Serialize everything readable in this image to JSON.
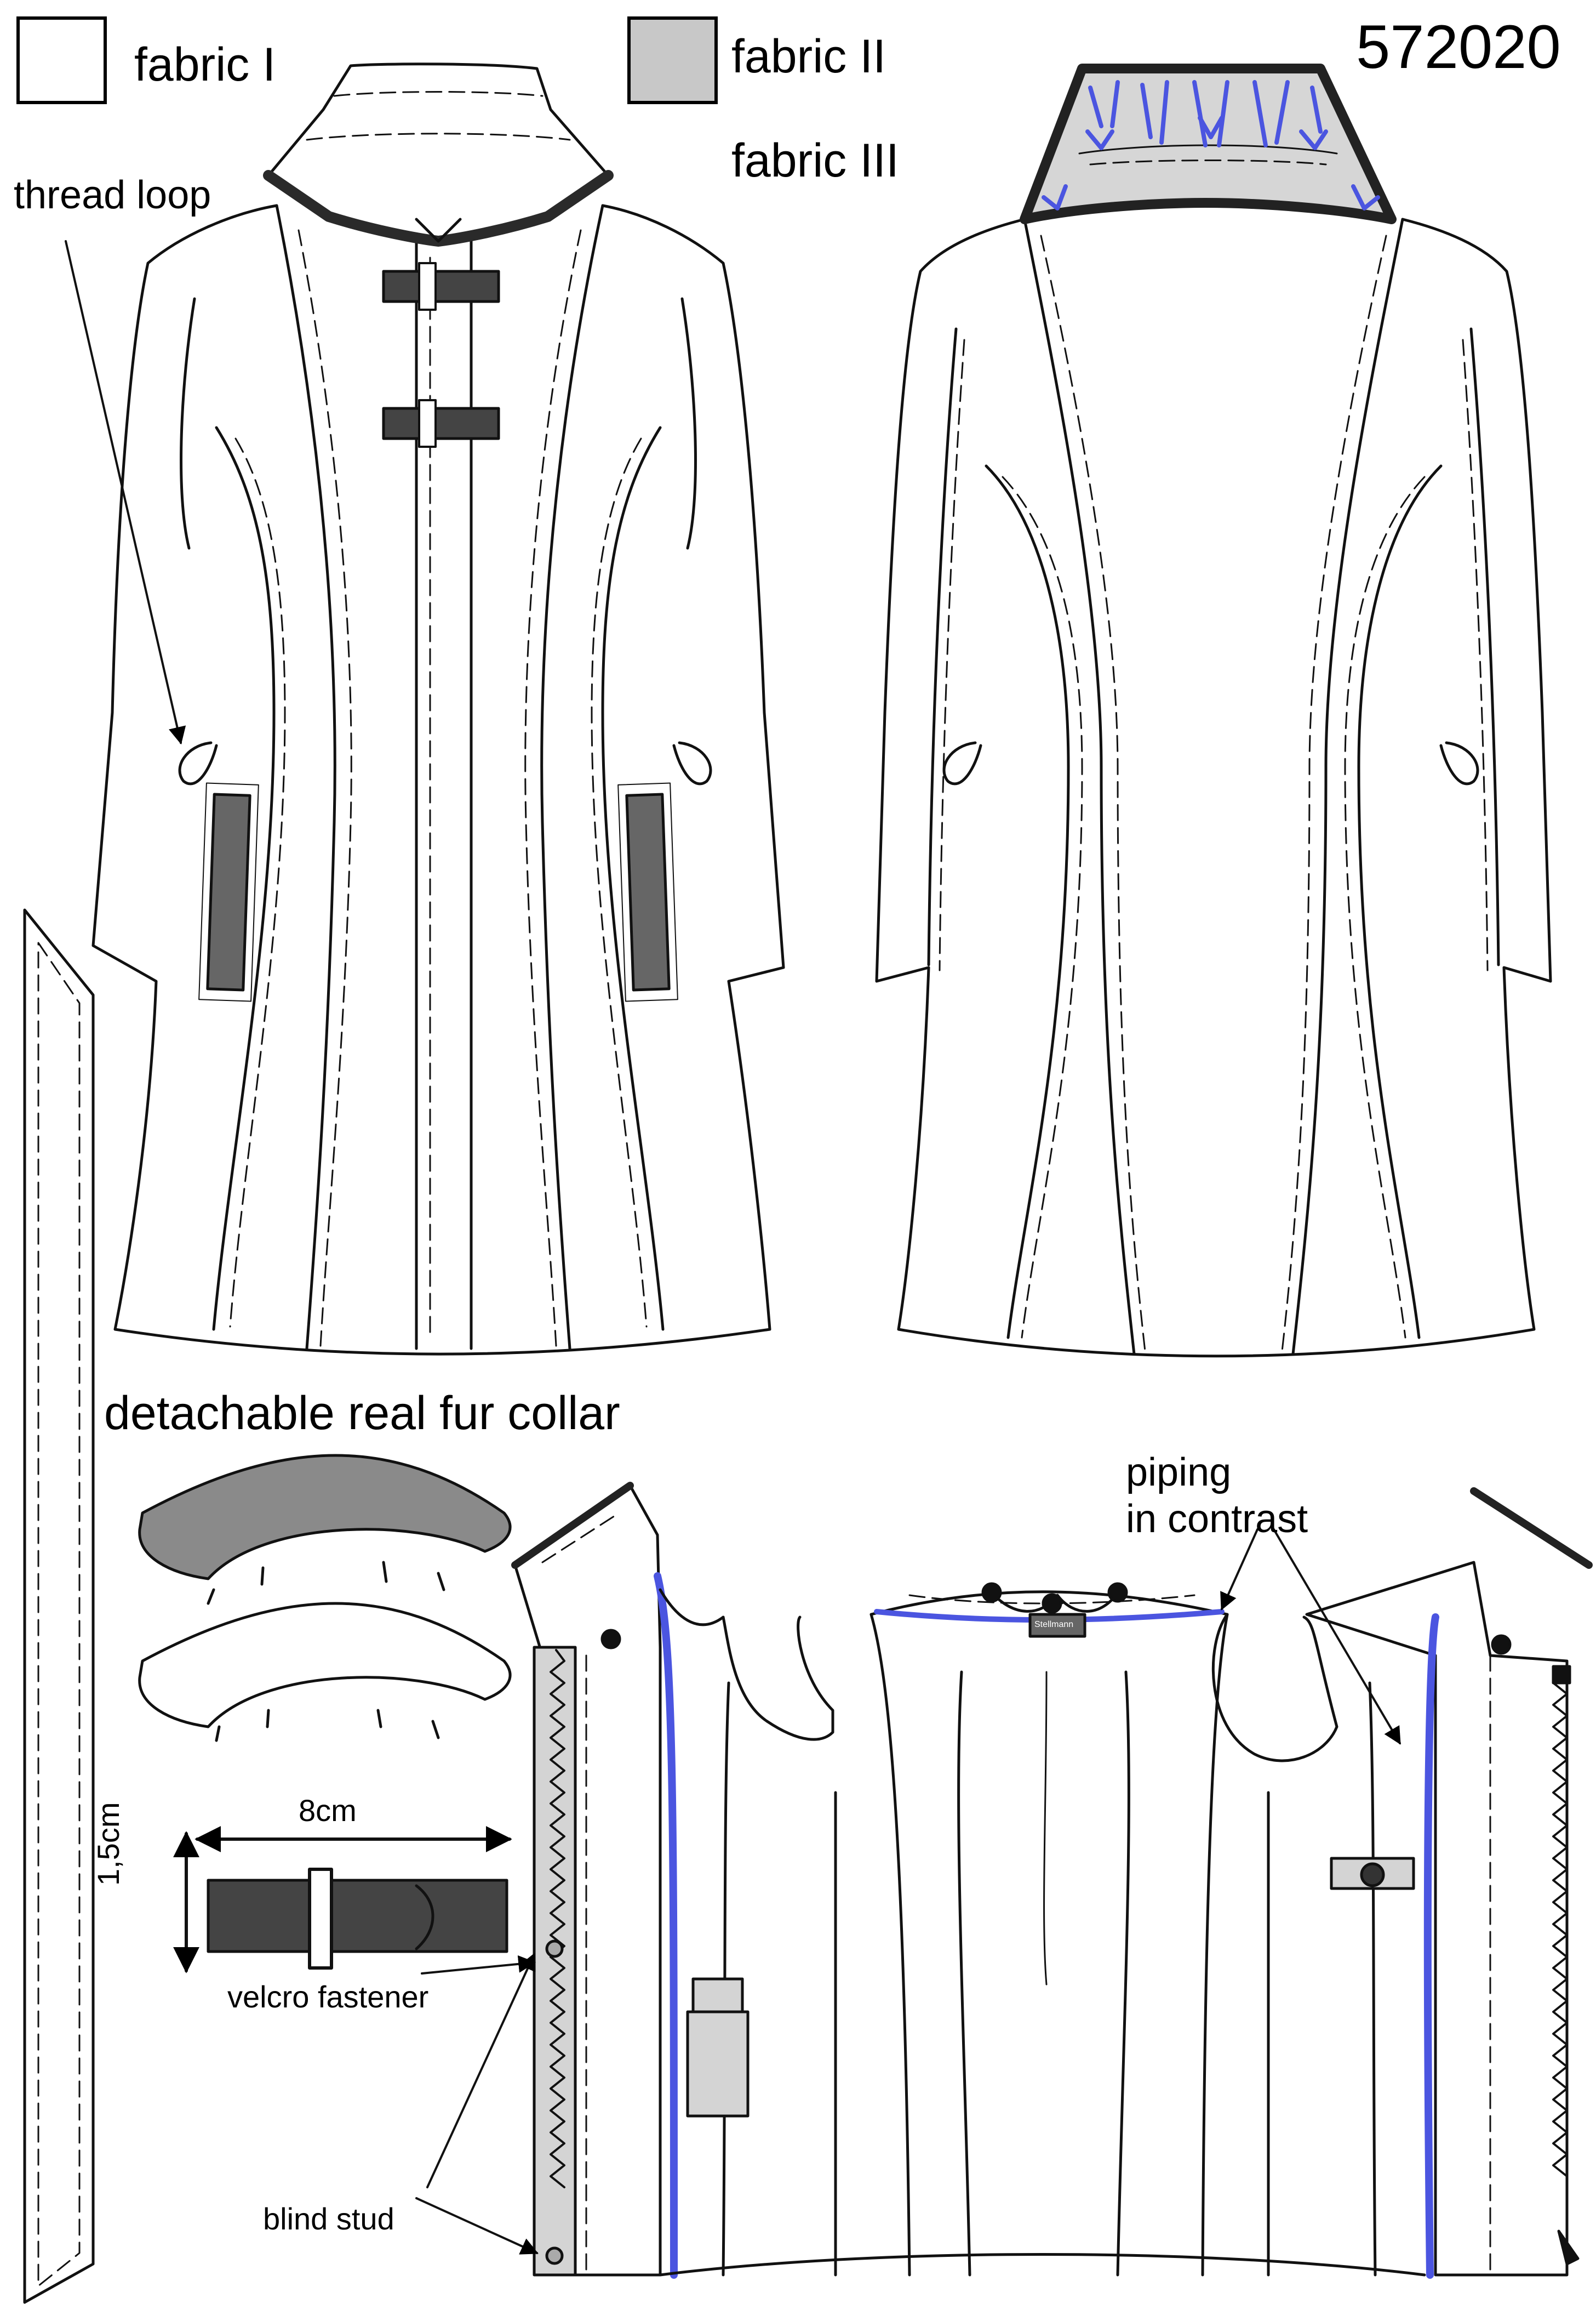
{
  "legend": {
    "items": [
      {
        "label": "fabric I",
        "color": "#ffffff"
      },
      {
        "label": "fabric II",
        "color": "#c8c8c8"
      },
      {
        "label": "fabric III",
        "color": null
      }
    ]
  },
  "model_number": "572020",
  "callouts": {
    "thread_loop": "thread loop",
    "detachable_collar": "detachable real fur collar",
    "piping": "piping",
    "in_contrast": "in contrast",
    "velcro_width": "8cm",
    "velcro_height": "1,5cm",
    "velcro_fastener": "velcro fastener",
    "blind_stud": "blind stud",
    "brand_tag": "Stellmann"
  },
  "colors": {
    "line": "#111111",
    "fabric_ii": "#c8c8c8",
    "dark_fabric": "#444444",
    "fur_collar": "#8a8a8a",
    "piping_blue": "#4b55e0",
    "grey_panel": "#d4d4d4"
  }
}
